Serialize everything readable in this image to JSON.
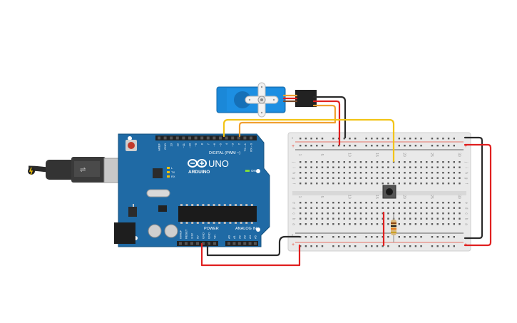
{
  "arduino": {
    "brand": "ARDUINO",
    "model": "UNO",
    "digital_label": "DIGITAL (PWM ~)",
    "power_label": "POWER",
    "analog_label": "ANALOG IN",
    "on_label": "ON",
    "tx_label": "TX",
    "rx_label": "RX",
    "l_label": "L",
    "digital_pins": [
      "AREF",
      "GND",
      "13",
      "12",
      "~11",
      "~10",
      "~9",
      "8",
      "7",
      "~6",
      "~5",
      "4",
      "~3",
      "2",
      "TX→1",
      "RX←0"
    ],
    "power_pins": [
      "IOREF",
      "RESET",
      "3.3V",
      "5V",
      "GND",
      "GND",
      "Vin"
    ],
    "analog_pins": [
      "A0",
      "A1",
      "A2",
      "A3",
      "A4",
      "A5"
    ]
  },
  "breadboard": {
    "top_rows": [
      "a",
      "b",
      "c",
      "d",
      "e"
    ],
    "bottom_rows": [
      "f",
      "g",
      "h",
      "i",
      "j"
    ],
    "column_numbers": [
      "1",
      "5",
      "10",
      "15",
      "20",
      "25",
      "30"
    ],
    "rail_plus": "+",
    "rail_minus": "-"
  },
  "wire_colors": {
    "red": "#e01f1f",
    "black": "#2a2a2a",
    "yellow": "#f2c417",
    "orange": "#f0a030"
  }
}
